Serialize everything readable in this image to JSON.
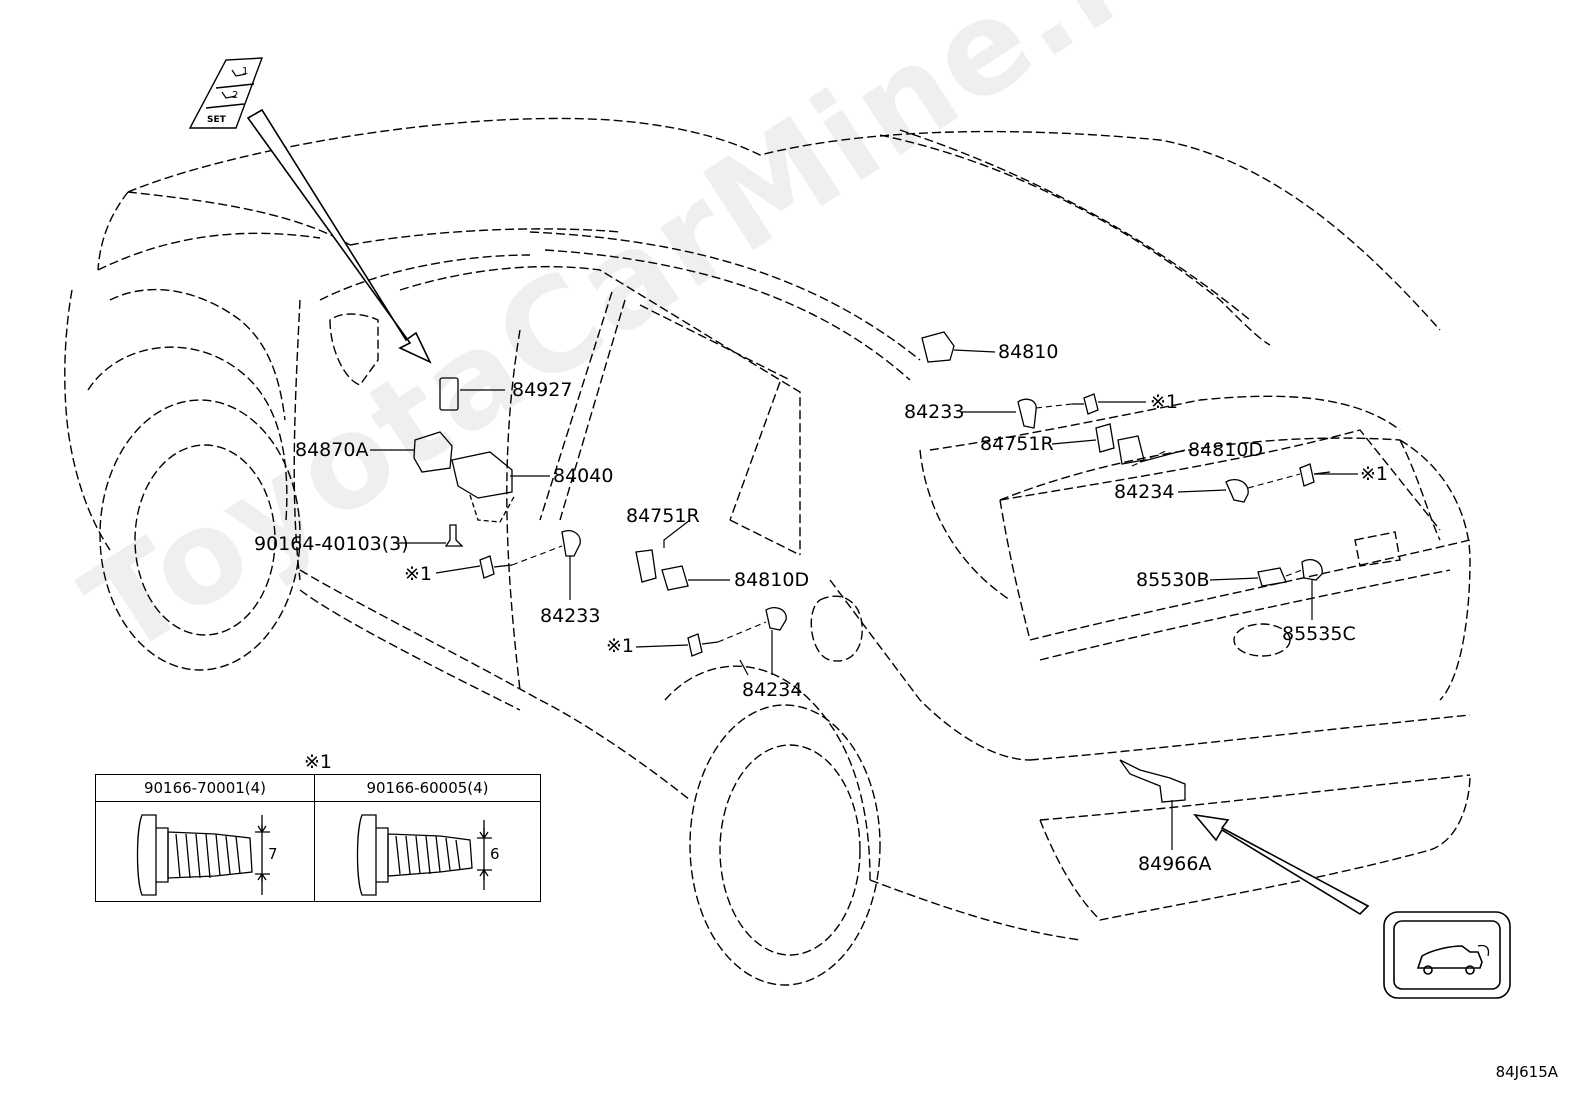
{
  "watermark": "ToyotaCarMine.ru",
  "memory_switch": {
    "button1": "1",
    "button2": "2",
    "set": "SET"
  },
  "parts": {
    "p84927": "84927",
    "p84870A": "84870A",
    "p84040": "84040",
    "p90164": "90164-40103(3)",
    "p84233_left": "84233",
    "p84751R_left": "84751R",
    "p84810D_left": "84810D",
    "p84234_left": "84234",
    "p84810": "84810",
    "p84233_right": "84233",
    "p84751R_right": "84751R",
    "p84810D_right": "84810D",
    "p84234_right": "84234",
    "p85530B": "85530B",
    "p85535C": "85535C",
    "p84966A": "84966A"
  },
  "note_marks": {
    "m1": "※1",
    "m2": "※1",
    "m3": "※1",
    "m4": "※1",
    "table_mark": "※1"
  },
  "fastener_table": {
    "col1_part": "90166-70001(4)",
    "col1_dim": "7",
    "col2_part": "90166-60005(4)",
    "col2_dim": "6"
  },
  "doc_code": "84J615A"
}
